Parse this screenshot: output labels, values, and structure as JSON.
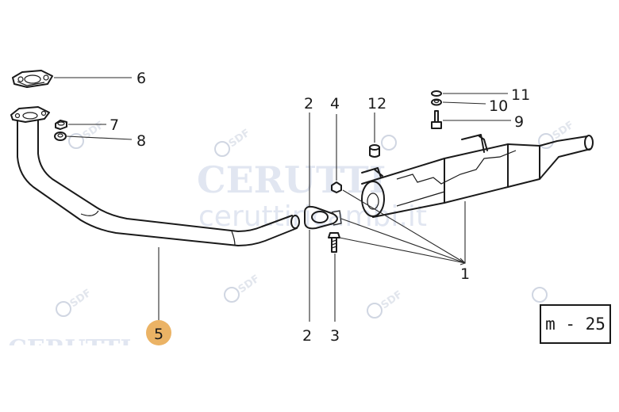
{
  "diagram": {
    "page_code": "m - 25",
    "watermark": {
      "brand": "CERUTTI",
      "url": "ceruttiricambi.it",
      "logo_text": "SDF"
    },
    "callouts": {
      "p1": "1",
      "p2a": "2",
      "p2b": "2",
      "p3": "3",
      "p4": "4",
      "p5": "5",
      "p6": "6",
      "p7": "7",
      "p8": "8",
      "p9": "9",
      "p10": "10",
      "p11": "11",
      "p12": "12"
    },
    "highlight_color": "#e8a64a"
  }
}
